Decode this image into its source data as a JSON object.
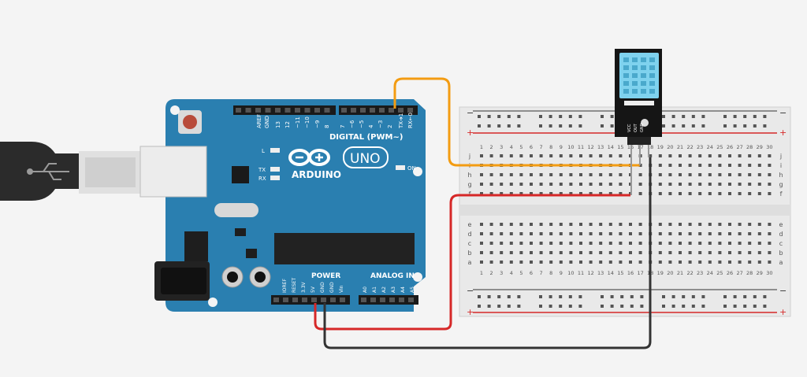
{
  "arduino": {
    "brand": "ARDUINO",
    "model": "UNO",
    "digital_label": "DIGITAL (PWM~)",
    "power_label": "POWER",
    "analog_label": "ANALOG IN",
    "led_labels": [
      "L",
      "TX",
      "RX"
    ],
    "on_label": "ON",
    "digital_pins": [
      "AREF",
      "GND",
      "13",
      "12",
      "~11",
      "~10",
      "~9",
      "8",
      "7",
      "~6",
      "~5",
      "4",
      "~3",
      "2",
      "TX➔1",
      "RX←0"
    ],
    "power_pins": [
      "IOREF",
      "RESET",
      "3.3V",
      "5V",
      "GND",
      "GND",
      "Vin"
    ],
    "analog_pins": [
      "A0",
      "A1",
      "A2",
      "A3",
      "A4",
      "A5"
    ]
  },
  "breadboard": {
    "column_numbers": [
      "1",
      "2",
      "3",
      "4",
      "5",
      "6",
      "7",
      "8",
      "9",
      "10",
      "11",
      "12",
      "13",
      "14",
      "15",
      "16",
      "17",
      "18",
      "19",
      "20",
      "21",
      "22",
      "23",
      "24",
      "25",
      "26",
      "27",
      "28",
      "29",
      "30"
    ],
    "row_letters_top": [
      "j",
      "i",
      "h",
      "g",
      "f"
    ],
    "row_letters_bottom": [
      "e",
      "d",
      "c",
      "b",
      "a"
    ],
    "rail_minus": "−",
    "rail_plus": "+"
  },
  "sensor": {
    "pin_labels": [
      "VCC",
      "OUT",
      "GND"
    ]
  },
  "colors": {
    "board": "#2a7fb0",
    "wire_signal": "#f39c12",
    "wire_power": "#d62828",
    "wire_ground": "#333333",
    "sensor_body": "#7fd2ee"
  }
}
